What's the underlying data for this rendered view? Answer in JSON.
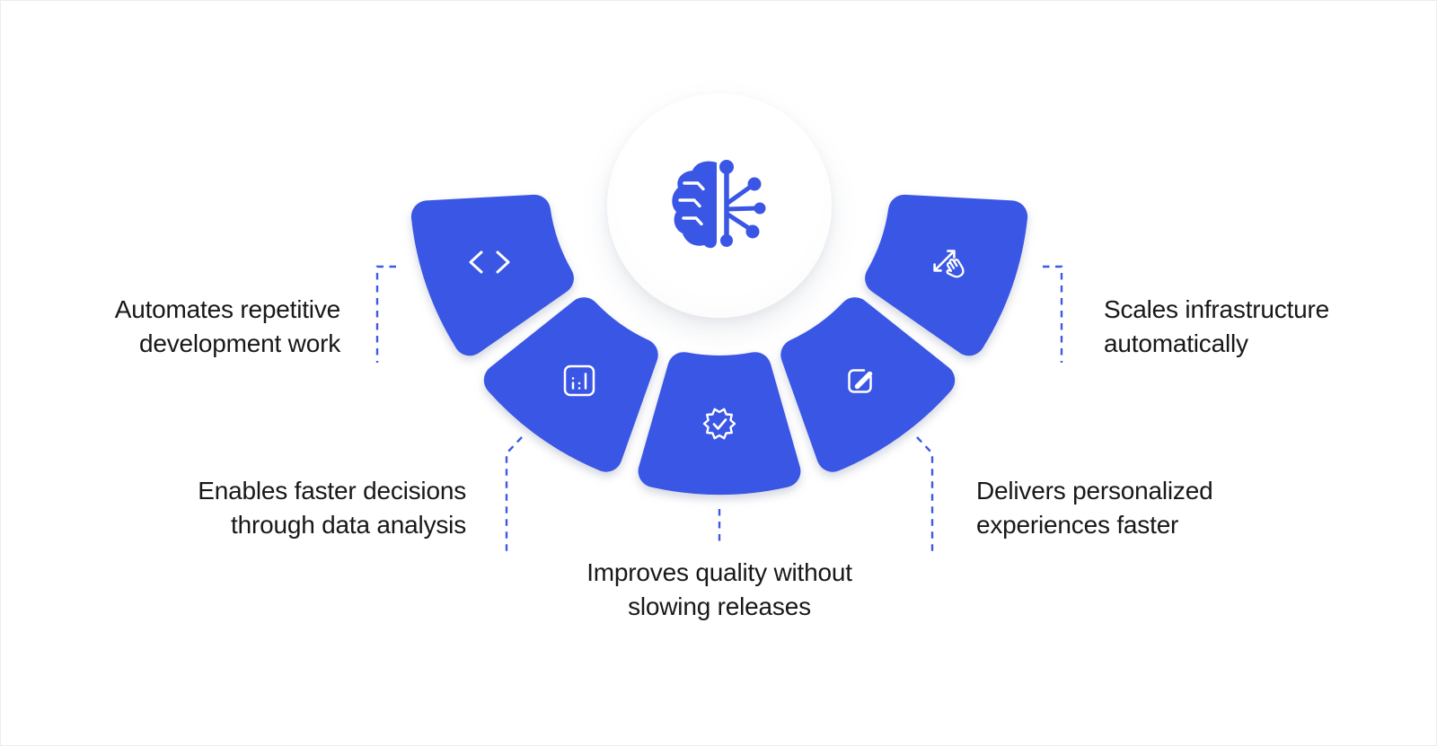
{
  "colors": {
    "segment_blue": "#3A56E4",
    "connector_blue": "#3D5AE0",
    "text_color": "#17181A",
    "background": "#FFFFFF"
  },
  "hub": {
    "icon": "ai-brain-circuit-icon"
  },
  "segments": [
    {
      "position": "upper-left",
      "icon": "code-icon",
      "callout": {
        "lines": [
          "Automates repetitive",
          "development work"
        ]
      }
    },
    {
      "position": "lower-left",
      "icon": "bar-chart-icon",
      "callout": {
        "lines": [
          "Enables faster decisions",
          "through data analysis"
        ]
      }
    },
    {
      "position": "bottom-center",
      "icon": "badge-check-icon",
      "callout": {
        "lines": [
          "Improves quality without",
          "slowing releases"
        ]
      }
    },
    {
      "position": "lower-right",
      "icon": "edit-icon",
      "callout": {
        "lines": [
          "Delivers personalized",
          "experiences faster"
        ]
      }
    },
    {
      "position": "upper-right",
      "icon": "scale-drag-icon",
      "callout": {
        "lines": [
          "Scales infrastructure",
          "automatically"
        ]
      }
    }
  ]
}
